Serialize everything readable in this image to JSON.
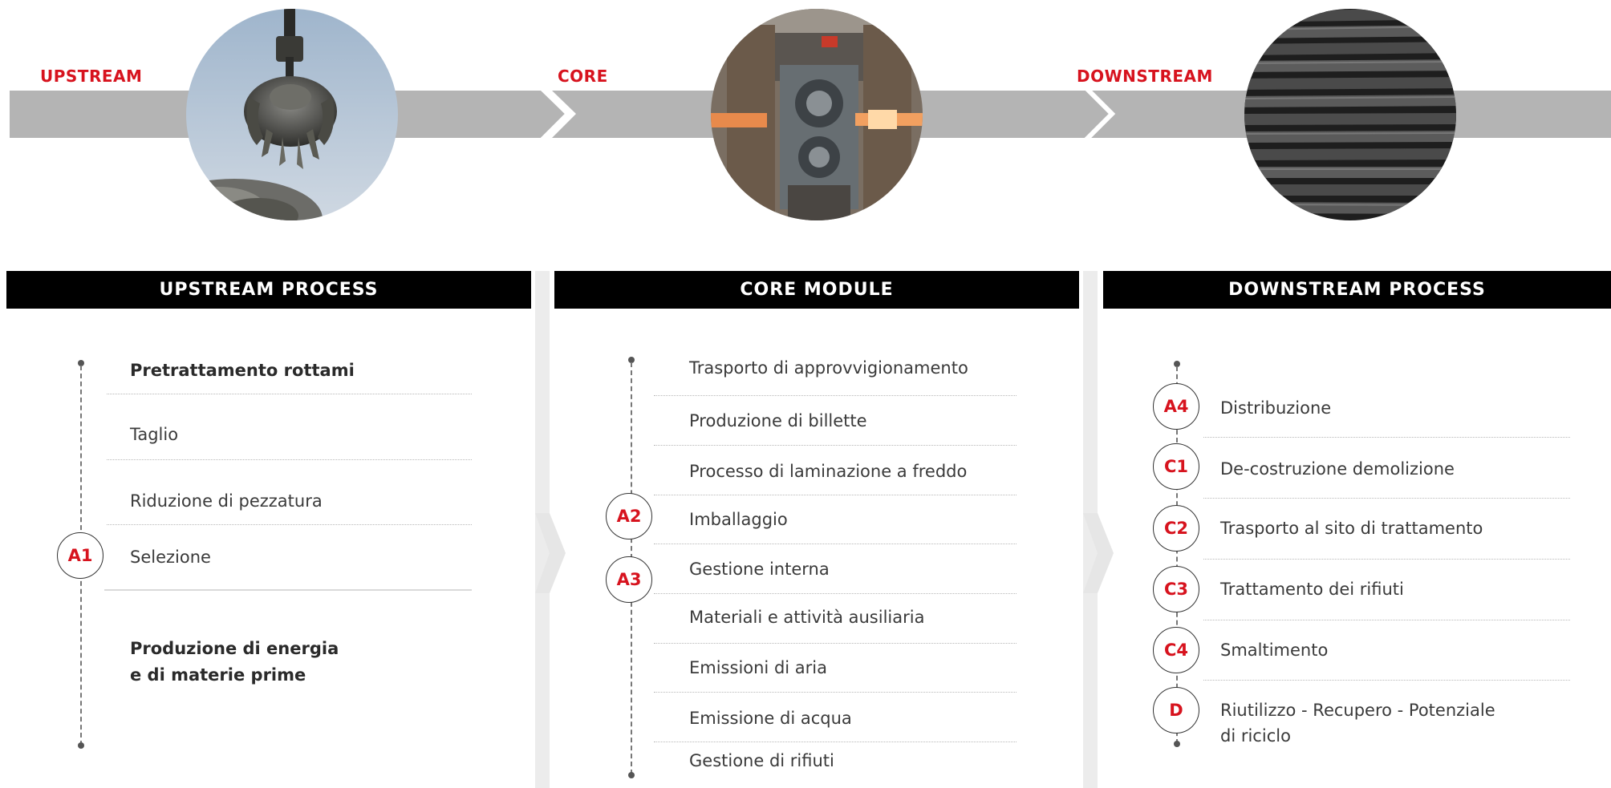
{
  "stages": {
    "upstream": "UPSTREAM",
    "core": "CORE",
    "downstream": "DOWNSTREAM"
  },
  "images": {
    "upstream": "scrap-grapple-photo",
    "core": "rolling-mill-photo",
    "downstream": "rebar-bundle-photo"
  },
  "columns": {
    "upstream": {
      "title": "UPSTREAM PROCESS",
      "items": [
        "Pretrattamento rottami",
        "Taglio",
        "Riduzione di pezzatura",
        "Selezione"
      ],
      "footer": [
        "Produzione di energia",
        "e di materie prime"
      ],
      "badges": [
        "A1"
      ]
    },
    "core": {
      "title": "CORE MODULE",
      "items": [
        "Trasporto di approvvigionamento",
        "Produzione di billette",
        "Processo di laminazione a freddo",
        "Imballaggio",
        "Gestione interna",
        "Materiali e attività ausiliaria",
        "Emissioni di aria",
        "Emissione di acqua",
        "Gestione di rifiuti"
      ],
      "badges": [
        "A2",
        "A3"
      ]
    },
    "downstream": {
      "title": "DOWNSTREAM PROCESS",
      "items": [
        "Distribuzione",
        "De-costruzione demolizione",
        "Trasporto al sito di trattamento",
        "Trattamento dei rifiuti",
        "Smaltimento",
        "Riutilizzo - Recupero - Potenziale",
        "di riciclo"
      ],
      "badges": [
        "A4",
        "C1",
        "C2",
        "C3",
        "C4",
        "D"
      ]
    }
  },
  "colors": {
    "accent": "#d7131e",
    "band": "#b4b4b4",
    "header": "#000000"
  }
}
